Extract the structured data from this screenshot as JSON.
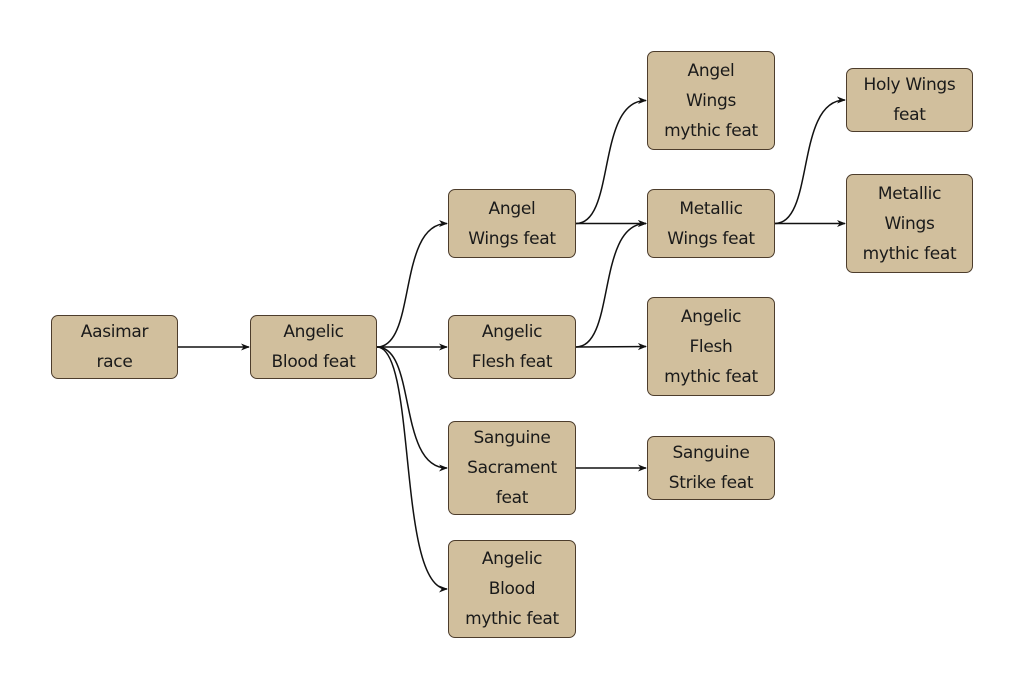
{
  "diagram": {
    "title": "",
    "colors": {
      "node_fill": "#d1bf9d",
      "node_border": "#4d3d2c",
      "edge": "#111111"
    },
    "nodes": [
      {
        "id": "aasimar_race",
        "label": "Aasimar\nrace"
      },
      {
        "id": "angelic_blood_feat",
        "label": "Angelic\nBlood feat"
      },
      {
        "id": "angel_wings_feat",
        "label": "Angel\nWings feat"
      },
      {
        "id": "angelic_flesh_feat",
        "label": "Angelic\nFlesh feat"
      },
      {
        "id": "sanguine_sacrament_feat",
        "label": "Sanguine\nSacrament\nfeat"
      },
      {
        "id": "angelic_blood_mythic_feat",
        "label": "Angelic\nBlood\nmythic feat"
      },
      {
        "id": "angel_wings_mythic_feat",
        "label": "Angel\nWings\nmythic feat"
      },
      {
        "id": "metallic_wings_feat",
        "label": "Metallic\nWings feat"
      },
      {
        "id": "angelic_flesh_mythic_feat",
        "label": "Angelic\nFlesh\nmythic feat"
      },
      {
        "id": "sanguine_strike_feat",
        "label": "Sanguine\nStrike feat"
      },
      {
        "id": "holy_wings_feat",
        "label": "Holy Wings\nfeat"
      },
      {
        "id": "metallic_wings_mythic_feat",
        "label": "Metallic\nWings\nmythic feat"
      }
    ],
    "edges": [
      {
        "from": "aasimar_race",
        "to": "angelic_blood_feat"
      },
      {
        "from": "angelic_blood_feat",
        "to": "angel_wings_feat"
      },
      {
        "from": "angelic_blood_feat",
        "to": "angelic_flesh_feat"
      },
      {
        "from": "angelic_blood_feat",
        "to": "sanguine_sacrament_feat"
      },
      {
        "from": "angelic_blood_feat",
        "to": "angelic_blood_mythic_feat"
      },
      {
        "from": "angel_wings_feat",
        "to": "angel_wings_mythic_feat"
      },
      {
        "from": "angel_wings_feat",
        "to": "metallic_wings_feat"
      },
      {
        "from": "angelic_flesh_feat",
        "to": "metallic_wings_feat"
      },
      {
        "from": "angelic_flesh_feat",
        "to": "angelic_flesh_mythic_feat"
      },
      {
        "from": "sanguine_sacrament_feat",
        "to": "sanguine_strike_feat"
      },
      {
        "from": "metallic_wings_feat",
        "to": "holy_wings_feat"
      },
      {
        "from": "metallic_wings_feat",
        "to": "metallic_wings_mythic_feat"
      }
    ]
  }
}
